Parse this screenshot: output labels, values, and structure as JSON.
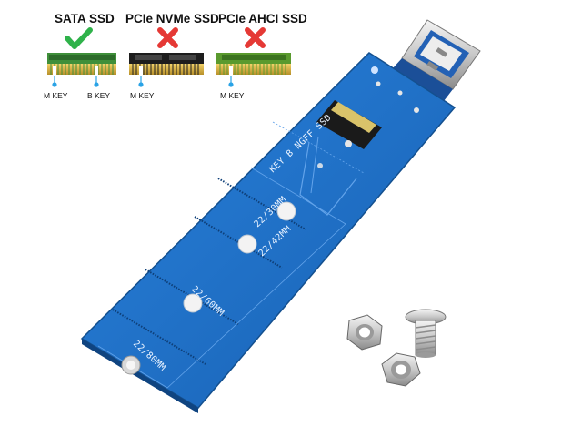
{
  "ssd_types": [
    {
      "label": "SATA SSD",
      "status": "check",
      "status_color": "#2fb24a"
    },
    {
      "label": "PCIe NVMe SSD",
      "status": "cross",
      "status_color": "#e53935"
    },
    {
      "label": "PCIe AHCI SSD",
      "status": "cross",
      "status_color": "#e53935"
    }
  ],
  "connector_keys": {
    "sata_m": "M KEY",
    "sata_b": "B KEY",
    "nvme_m": "M KEY",
    "ahci_m": "M KEY"
  },
  "board": {
    "slot_label": "KEY B NGFF SSD",
    "sizes": [
      "22/30MM",
      "22/42MM",
      "22/60MM",
      "22/80MM"
    ],
    "color": "#1f72c9"
  },
  "accessories": [
    "hex-nut-icon",
    "screw-icon",
    "hex-nut-icon"
  ]
}
